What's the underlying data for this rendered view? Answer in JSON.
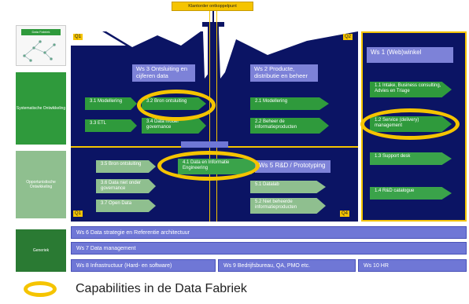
{
  "top_label": "Klantorder ontkoppelpunt",
  "left_column": {
    "logo_text": "Data Fabriek",
    "systematic": "Systematische Ontwikkeling",
    "opportunistic": "Opportunistische Ontwikkeling",
    "generic": "Generiek"
  },
  "quadrants": {
    "q1": "Q1",
    "q2": "Q2",
    "q1b": "Q1",
    "q4": "Q4"
  },
  "ws3": {
    "title": "Ws 3 Ontsluiting en cijferen data",
    "items": [
      "3.1 Modellering",
      "3.2 Bron ontsluiting",
      "3.3 ETL",
      "3.4 Data model governance"
    ]
  },
  "ws2": {
    "title": "Ws 2 Producte, distributie en beheer",
    "items": [
      "2.1 Modellering",
      "2.2 Beheer de informatieproducten"
    ]
  },
  "ws1": {
    "title": "Ws 1 (Web)winkel",
    "items": [
      "1.1 Intake, Business consulting, Advies en Triage",
      "1.2 Service (delivery) management",
      "1.3 Support desk",
      "1.4 R&D catalogue"
    ]
  },
  "ws5": {
    "title": "Ws 5 R&D / Prototyping",
    "items": [
      "5.1 Datalab",
      "5.2 Niet beheerde informatieproducten"
    ]
  },
  "lower_left_items": [
    "3.5 Bron ontsluiting",
    "3.6 Data niet onder governance",
    "3.7 Open Data"
  ],
  "center_item": "4.1 Data en Informatie Engineering",
  "bars": {
    "ws6": "Ws 6 Data strategie en Referentie architectuur",
    "ws7": "Ws 7 Data management",
    "ws8": "Ws 8 Infrastructuur (Hard- en software)",
    "ws9": "Ws 9 Bedrijfsbureau, QA, PMO etc.",
    "ws10": "Ws 10 HR"
  },
  "legend": {
    "label": "Capabilities in de Data Fabriek"
  },
  "colors": {
    "navy": "#0b1464",
    "bar": "#6f77d6",
    "ring": "#f5c400",
    "green": "#3aa34a"
  }
}
